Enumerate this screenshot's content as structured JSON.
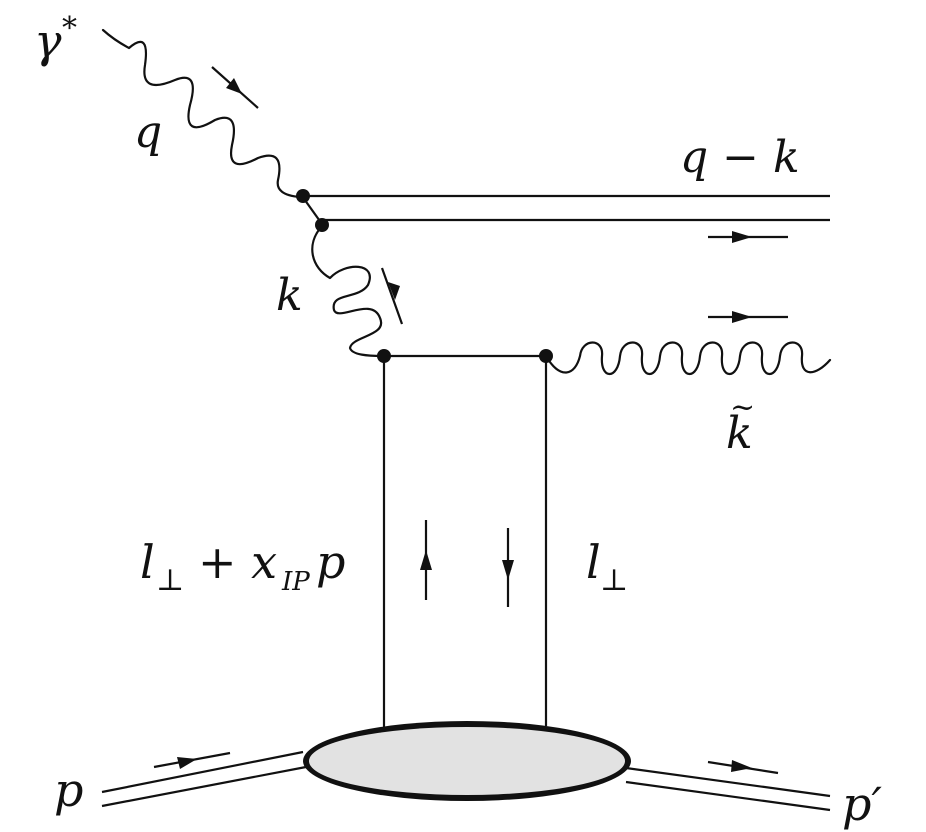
{
  "labels": {
    "photon": "γ",
    "photon_star": "*",
    "q": "q",
    "q_minus_k": "q − k",
    "k": "k",
    "k_tilde": "k",
    "k_tilde_accent": "~",
    "left_rung": "l",
    "left_rung_sub": "⊥",
    "left_rung_plus": "+ x",
    "left_rung_xsub": "IP",
    "left_rung_p": "p",
    "right_rung": "l",
    "right_rung_sub": "⊥",
    "p": "p",
    "p_prime": "p′"
  },
  "colors": {
    "line": "#111111",
    "blob_fill": "#e2e2e2",
    "background": "#ffffff"
  }
}
